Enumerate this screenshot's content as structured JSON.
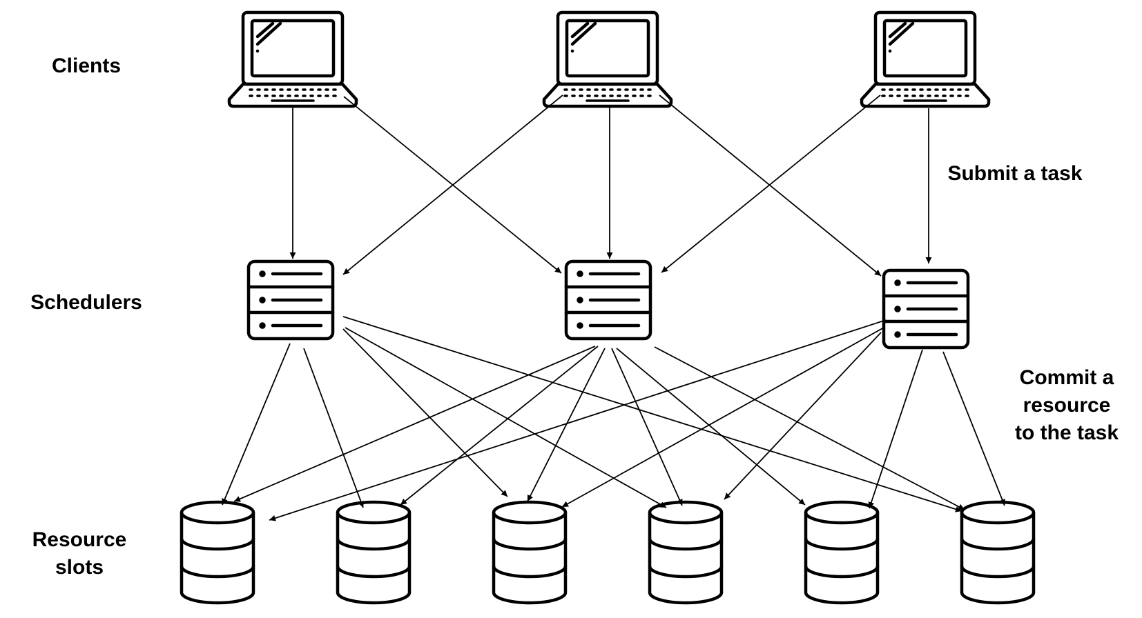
{
  "labels": {
    "clients": "Clients",
    "schedulers": "Schedulers",
    "resources": "Resource\nslots"
  },
  "annotations": {
    "submit": "Submit a task",
    "commit": "Commit a\nresource\nto the task"
  },
  "nodes": {
    "clients": [
      {
        "icon": "laptop-icon"
      },
      {
        "icon": "laptop-icon"
      },
      {
        "icon": "laptop-icon"
      }
    ],
    "schedulers": [
      {
        "icon": "server-rack-icon"
      },
      {
        "icon": "server-rack-icon"
      },
      {
        "icon": "server-rack-icon"
      }
    ],
    "resources": [
      {
        "icon": "database-icon"
      },
      {
        "icon": "database-icon"
      },
      {
        "icon": "database-icon"
      },
      {
        "icon": "database-icon"
      },
      {
        "icon": "database-icon"
      },
      {
        "icon": "database-icon"
      }
    ]
  },
  "edges": {
    "submit": [
      {
        "from": 0,
        "to": 0
      },
      {
        "from": 0,
        "to": 1
      },
      {
        "from": 1,
        "to": 0
      },
      {
        "from": 1,
        "to": 1
      },
      {
        "from": 1,
        "to": 2
      },
      {
        "from": 2,
        "to": 1
      },
      {
        "from": 2,
        "to": 2
      }
    ],
    "commit": [
      {
        "from": 0,
        "to": 0
      },
      {
        "from": 0,
        "to": 1
      },
      {
        "from": 0,
        "to": 2
      },
      {
        "from": 0,
        "to": 3
      },
      {
        "from": 0,
        "to": 5
      },
      {
        "from": 1,
        "to": 0
      },
      {
        "from": 1,
        "to": 1
      },
      {
        "from": 1,
        "to": 2
      },
      {
        "from": 1,
        "to": 3
      },
      {
        "from": 1,
        "to": 4
      },
      {
        "from": 1,
        "to": 5
      },
      {
        "from": 2,
        "to": 0
      },
      {
        "from": 2,
        "to": 2
      },
      {
        "from": 2,
        "to": 3
      },
      {
        "from": 2,
        "to": 4
      },
      {
        "from": 2,
        "to": 5
      }
    ]
  },
  "colors": {
    "stroke": "#000000",
    "background": "#ffffff"
  }
}
